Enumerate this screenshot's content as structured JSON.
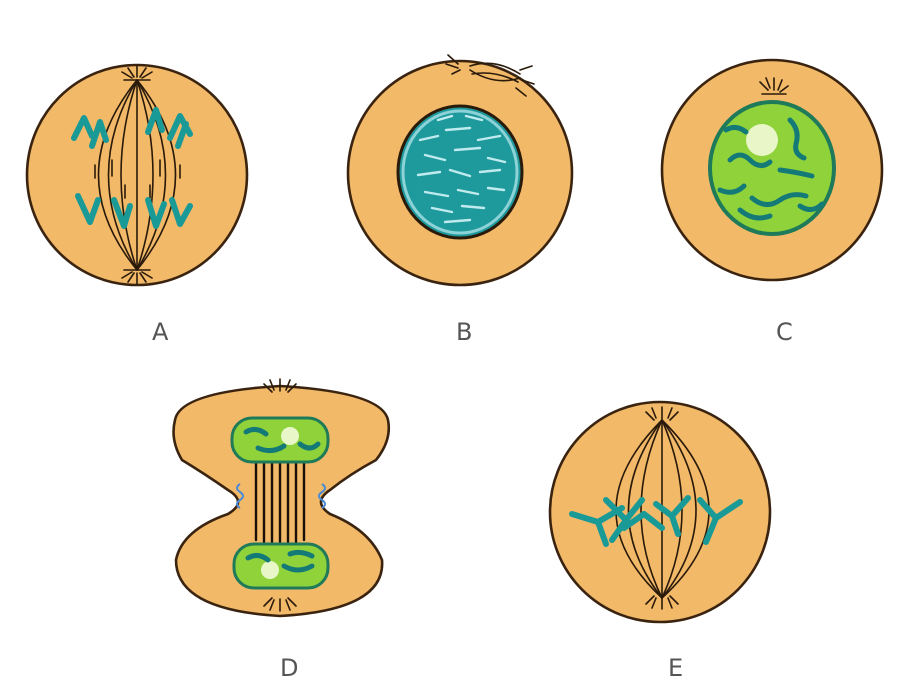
{
  "cells": [
    {
      "id": "A",
      "label": "A"
    },
    {
      "id": "B",
      "label": "B"
    },
    {
      "id": "C",
      "label": "C"
    },
    {
      "id": "D",
      "label": "D"
    },
    {
      "id": "E",
      "label": "E"
    }
  ],
  "colors": {
    "cytoplasm": "#f2b969",
    "chromosome": "#1a9a96",
    "nucleus_green": "#8fd23a",
    "nucleus_teal": "#1f9a9c",
    "outline": "#3a2410"
  }
}
